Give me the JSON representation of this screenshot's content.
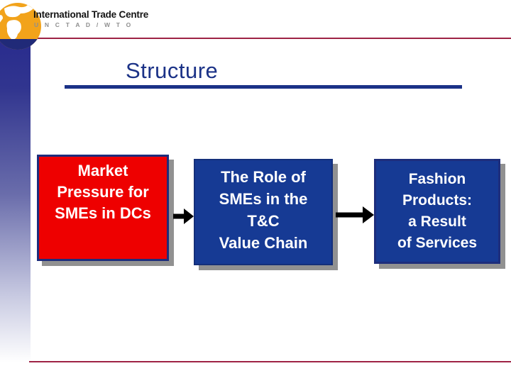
{
  "logo": {
    "org_name": "International Trade Centre",
    "org_sub": "U N C T A D / W T O",
    "globe_icon": "globe-icon"
  },
  "title": "Structure",
  "flow": {
    "boxes": [
      {
        "id": "market-pressure",
        "lines": [
          "Market",
          "Pressure for",
          "SMEs in DCs"
        ],
        "bg": "#ee0000"
      },
      {
        "id": "role-of-smes",
        "lines": [
          "The Role of",
          "SMEs in the",
          "T&C",
          "Value Chain"
        ],
        "bg": "#163a94"
      },
      {
        "id": "fashion-products",
        "lines": [
          "Fashion",
          "Products:",
          "a Result",
          "of Services"
        ],
        "bg": "#163a94"
      }
    ],
    "arrows": [
      "right-arrow-icon",
      "right-arrow-icon"
    ]
  },
  "colors": {
    "accent_navy": "#1b3287",
    "box_border_navy": "#1d2d7c",
    "box_red": "#ee0000",
    "box_blue": "#163a94",
    "rule_maroon": "#9e2345",
    "shadow_gray": "#919191",
    "logo_orange": "#f2a31b",
    "logo_base_navy": "#202a78"
  }
}
